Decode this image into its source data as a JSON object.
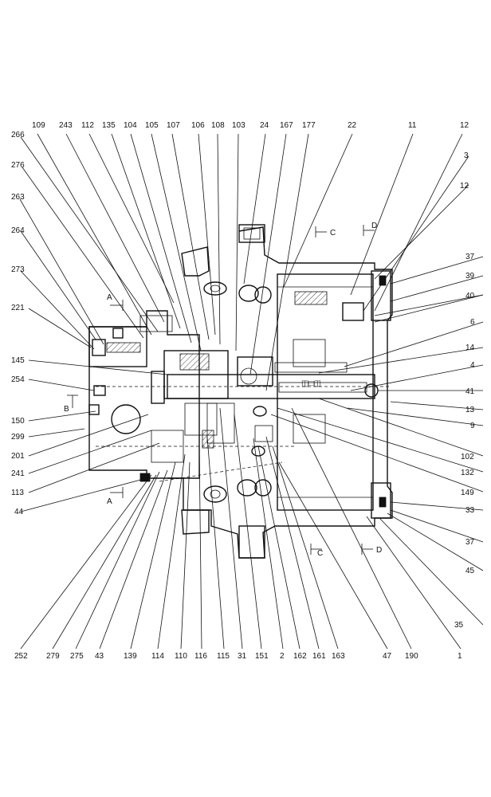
{
  "labels_top": [
    "109",
    "243",
    "112",
    "135",
    "104",
    "105",
    "107",
    "106",
    "108",
    "103",
    "24",
    "167",
    "177",
    "22",
    "11",
    "12"
  ],
  "labels_left": [
    "266",
    "276",
    "263",
    "264",
    "273",
    "221",
    "145",
    "254",
    "150",
    "299",
    "201",
    "241",
    "113",
    "44"
  ],
  "labels_right": [
    "3",
    "12",
    "37",
    "39",
    "40",
    "6",
    "14",
    "4",
    "41",
    "13",
    "9",
    "102",
    "132",
    "149",
    "33",
    "37",
    "45",
    "35"
  ],
  "labels_bottom": [
    "252",
    "279",
    "275",
    "43",
    "139",
    "114",
    "110",
    "116",
    "115",
    "31",
    "151",
    "2",
    "162",
    "161",
    "163",
    "47",
    "190",
    "1"
  ],
  "section_marks": {
    "a": "A",
    "b": "B",
    "c": "C",
    "d": "D"
  }
}
